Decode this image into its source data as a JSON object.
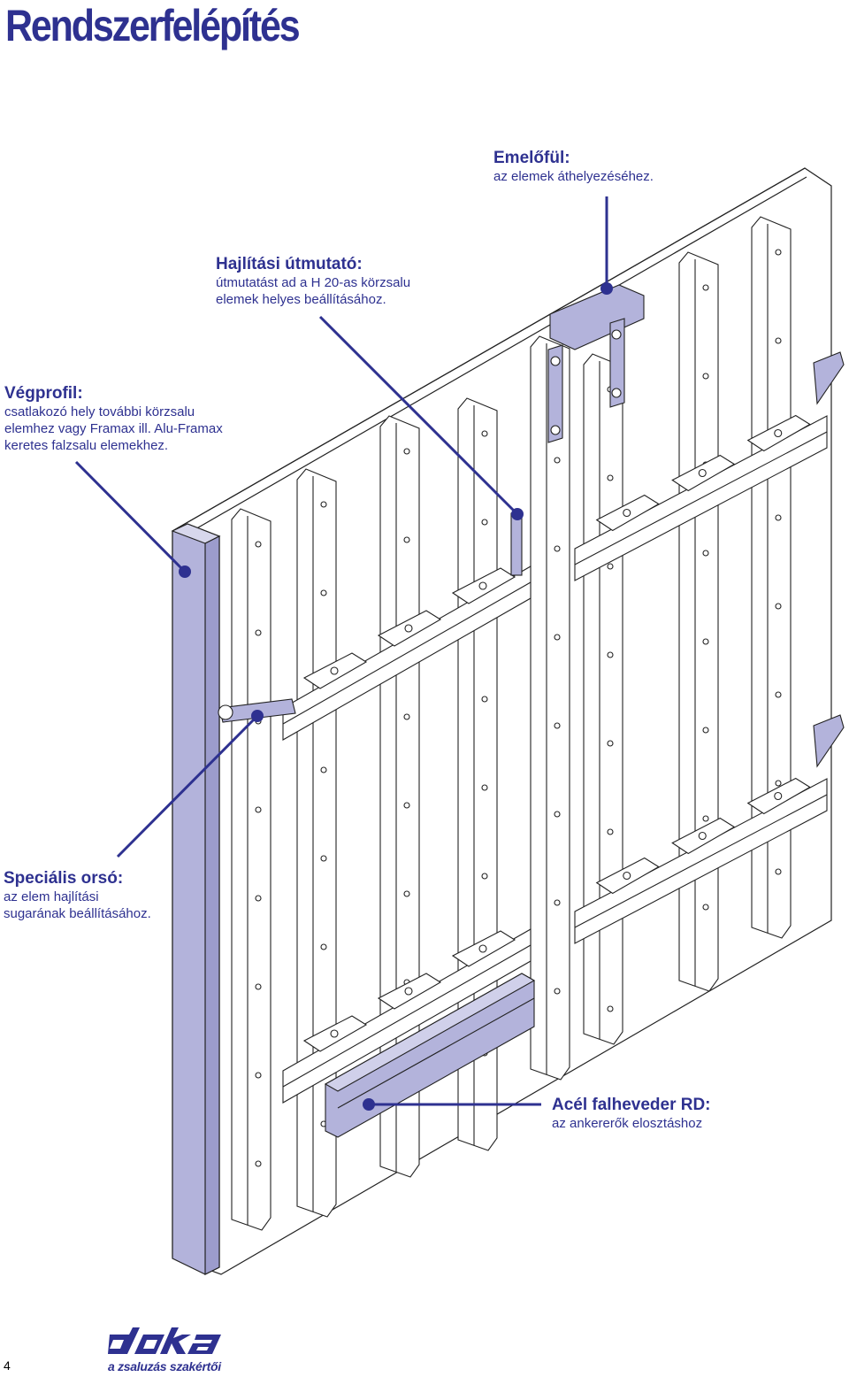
{
  "page": {
    "title": "Rendszerfelépítés",
    "page_number": "4"
  },
  "callouts": {
    "emelofule": {
      "heading": "Emelőfül:",
      "desc": "az elemek áthelyezéséhez."
    },
    "hajlitasi": {
      "heading": "Hajlítási útmutató:",
      "desc_1": "útmutatást ad a H 20-as körzsalu",
      "desc_2": "elemek helyes beállításához."
    },
    "vegprofil": {
      "heading": "Végprofil:",
      "desc_1": "csatlakozó hely további körzsalu",
      "desc_2": "elemhez vagy Framax ill. Alu-Framax",
      "desc_3": "keretes falzsalu elemekhez."
    },
    "specialis": {
      "heading": "Speciális orsó:",
      "desc_1": "az elem hajlítási",
      "desc_2": "sugarának beállításához."
    },
    "acel": {
      "heading": "Acél falheveder RD:",
      "desc": "az ankererők elosztáshoz"
    }
  },
  "logo": {
    "brand": "doka",
    "tagline": "a zsaluzás szakértői"
  },
  "colors": {
    "accent": "#2e3190",
    "highlight_fill": "#b3b3db",
    "line": "#222222"
  }
}
